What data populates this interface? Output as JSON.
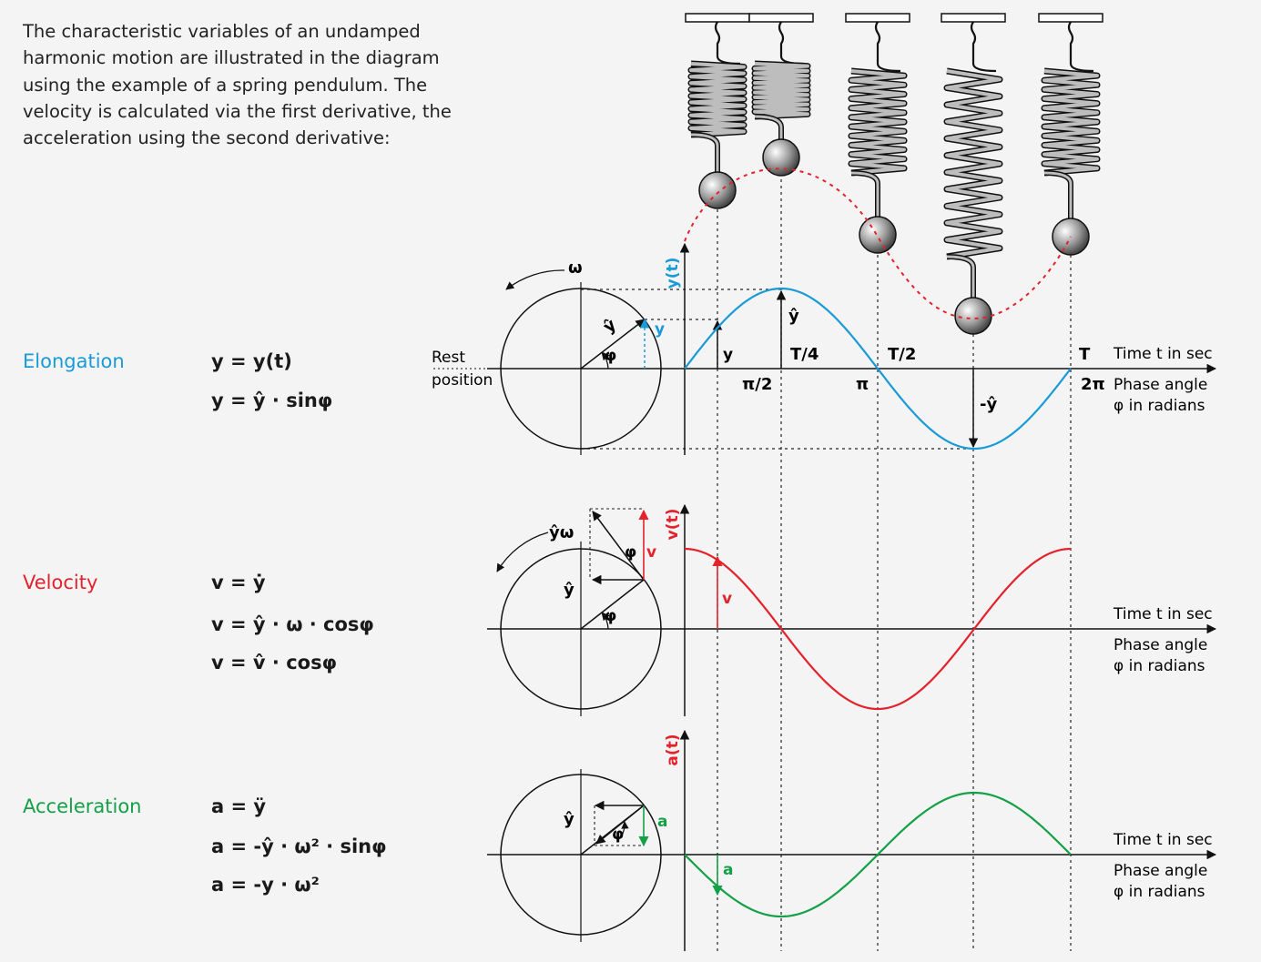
{
  "intro": "The characteristic variables of an undamped harmonic motion are illustrated in the diagram using the example of a spring pendulum. The velocity is calculated via the first derivative, the acceleration using the second derivative:",
  "colors": {
    "elongation": "#1a9bd7",
    "velocity": "#e3222b",
    "acceleration": "#14a046",
    "dotted": "#e3222b"
  },
  "sections": {
    "elongation": {
      "label": "Elongation",
      "formulas": [
        "y = y(t)",
        "y = ŷ  · sinφ"
      ],
      "axis_label": "y(t)"
    },
    "velocity": {
      "label": "Velocity",
      "formulas": [
        "v = ẏ",
        "v = ŷ · ω · cosφ",
        "v = v̂ · cosφ"
      ],
      "axis_label": "v(t)"
    },
    "acceleration": {
      "label": "Acceleration",
      "formulas": [
        "a = ÿ",
        "a = -ŷ · ω² · sinφ",
        "a = -y · ω²"
      ],
      "axis_label": "a(t)"
    }
  },
  "labels": {
    "rest": "Rest",
    "position": "position",
    "time": "Time t in sec",
    "phase1": "Phase angle",
    "phase2": "φ in radians",
    "omega": "ω",
    "yhat": "ŷ",
    "y": "y",
    "phi": "φ",
    "T4": "T/4",
    "T2": "T/2",
    "T": "T",
    "pi2": "π/2",
    "pi": "π",
    "twopi": "2π",
    "neg_yhat": "-ŷ",
    "yomega": "ŷω",
    "v": "v",
    "a": "a"
  }
}
